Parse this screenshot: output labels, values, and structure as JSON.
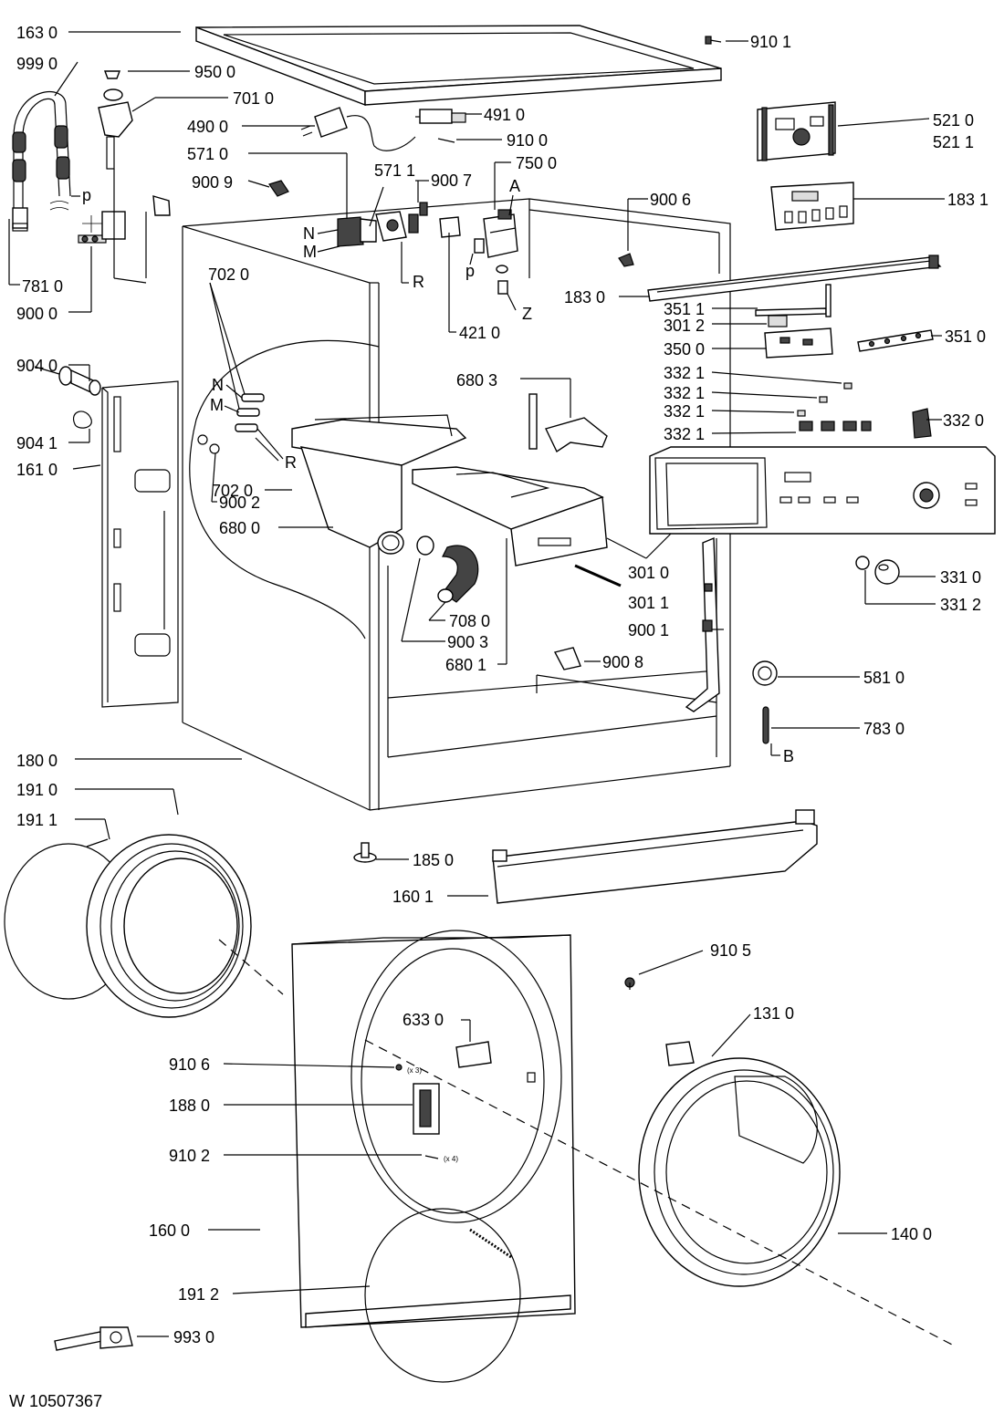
{
  "document_id": "W 10507367",
  "labels": {
    "l1630": "163 0",
    "l9990": "999 0",
    "l9500": "950 0",
    "l7010": "701 0",
    "l9101": "910 1",
    "l4910": "491 0",
    "l4900": "490 0",
    "l9100": "910 0",
    "l5710": "571 0",
    "l5711": "571 1",
    "l9007": "900 7",
    "l7500": "750 0",
    "l9009": "900 9",
    "l5210": "521 0",
    "l5211": "521 1",
    "l1831": "183 1",
    "l9006": "900 6",
    "l1830": "183 0",
    "l7810": "781 0",
    "l9000": "900 0",
    "l4210": "421 0",
    "l3511": "351 1",
    "l3012": "301 2",
    "l3500": "350 0",
    "l3510": "351 0",
    "l7020a": "702 0",
    "l9040": "904 0",
    "l6803": "680 3",
    "l3321a": "332 1",
    "l3321b": "332 1",
    "l3321c": "332 1",
    "l3321d": "332 1",
    "l3320": "332 0",
    "l9041": "904 1",
    "l1610": "161 0",
    "l7020b": "702 0",
    "l9002": "900 2",
    "l6800": "680 0",
    "l3010": "301 0",
    "l3011": "301 1",
    "l3310": "331 0",
    "l3312": "331 2",
    "l7080": "708 0",
    "l9003": "900 3",
    "l6801": "680 1",
    "l9001": "900 1",
    "l9008": "900 8",
    "l5810": "581 0",
    "l7830": "783 0",
    "l1800": "180 0",
    "l1910": "191 0",
    "l1911": "191 1",
    "l1850": "185 0",
    "l1601": "160 1",
    "l9105": "910 5",
    "l6330": "633 0",
    "l1310": "131 0",
    "l9106": "910 6",
    "l1880": "188 0",
    "l9102": "910 2",
    "l1600": "160 0",
    "l1400": "140 0",
    "l1912": "191 2",
    "l9930": "993 0"
  },
  "letters": {
    "N1": "N",
    "M1": "M",
    "R1": "R",
    "A": "A",
    "p1": "p",
    "p2": "p",
    "Z": "Z",
    "N2": "N",
    "M2": "M",
    "R2": "R",
    "B": "B"
  },
  "small_marks": {
    "x3": "(x 3)",
    "x4": "(x 4)"
  }
}
